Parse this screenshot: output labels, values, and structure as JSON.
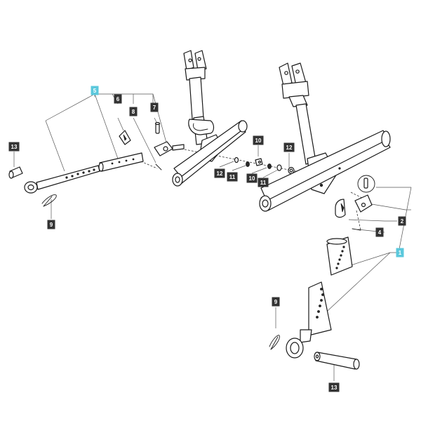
{
  "colors": {
    "callout_bg": "#333333",
    "callout_text": "#ffffff",
    "assembly_bg": "#5bc8dc",
    "line": "#1a1a1a"
  },
  "callouts": [
    {
      "id": "c13a",
      "label": "13",
      "style": "part"
    },
    {
      "id": "c9a",
      "label": "9",
      "style": "part"
    },
    {
      "id": "c5",
      "label": "5",
      "style": "assembly"
    },
    {
      "id": "c6",
      "label": "6",
      "style": "part"
    },
    {
      "id": "c8",
      "label": "8",
      "style": "part"
    },
    {
      "id": "c7",
      "label": "7",
      "style": "part"
    },
    {
      "id": "c12a",
      "label": "12",
      "style": "part"
    },
    {
      "id": "c11a",
      "label": "11",
      "style": "part"
    },
    {
      "id": "c10a",
      "label": "10",
      "style": "part"
    },
    {
      "id": "c10b",
      "label": "10",
      "style": "part"
    },
    {
      "id": "c11b",
      "label": "11",
      "style": "part"
    },
    {
      "id": "c12b",
      "label": "12",
      "style": "part"
    },
    {
      "id": "c2",
      "label": "2",
      "style": "part"
    },
    {
      "id": "c4",
      "label": "4",
      "style": "part"
    },
    {
      "id": "c1",
      "label": "1",
      "style": "assembly"
    },
    {
      "id": "c9b",
      "label": "9",
      "style": "part"
    },
    {
      "id": "c13b",
      "label": "13",
      "style": "part"
    }
  ]
}
